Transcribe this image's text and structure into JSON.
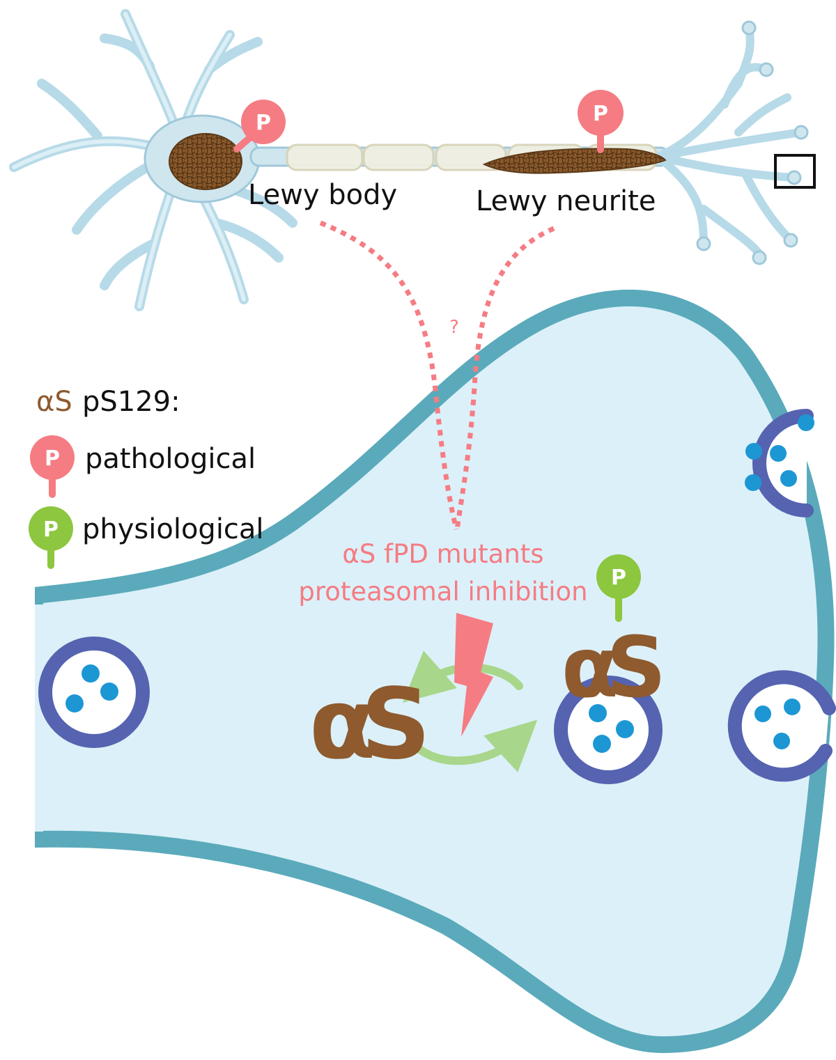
{
  "labels": {
    "lewy_body": "Lewy body",
    "lewy_neurite": "Lewy neurite",
    "question_mark": "?",
    "mutants": "αS fPD mutants",
    "inhibition": "proteasomal inhibition"
  },
  "legend": {
    "alpha_s": "αS",
    "ps129": "pS129:",
    "pathological": "pathological",
    "physiological": "physiological"
  },
  "phospho_letter": "P",
  "alpha_s_glyph": "αS",
  "colors": {
    "neuron_fill": "#cfe6ef",
    "neuron_outline": "#9fc8da",
    "terminal_fill": "#dcf0f9",
    "membrane": "#5aaabb",
    "vesicle_ring": "#5563b0",
    "neurotransmitter": "#1c97d4",
    "pathological_red": "#f57c83",
    "physiological_green": "#8dc63f",
    "alpha_s_brown": "#8e5a2e",
    "recycle_arrow": "#a8d68a",
    "lewy_aggregate": "#7a4e24"
  },
  "icons": [
    "phospho-pathological-icon",
    "phospho-physiological-icon",
    "lightning-bolt-icon",
    "vesicle-icon",
    "zoom-box-icon"
  ]
}
